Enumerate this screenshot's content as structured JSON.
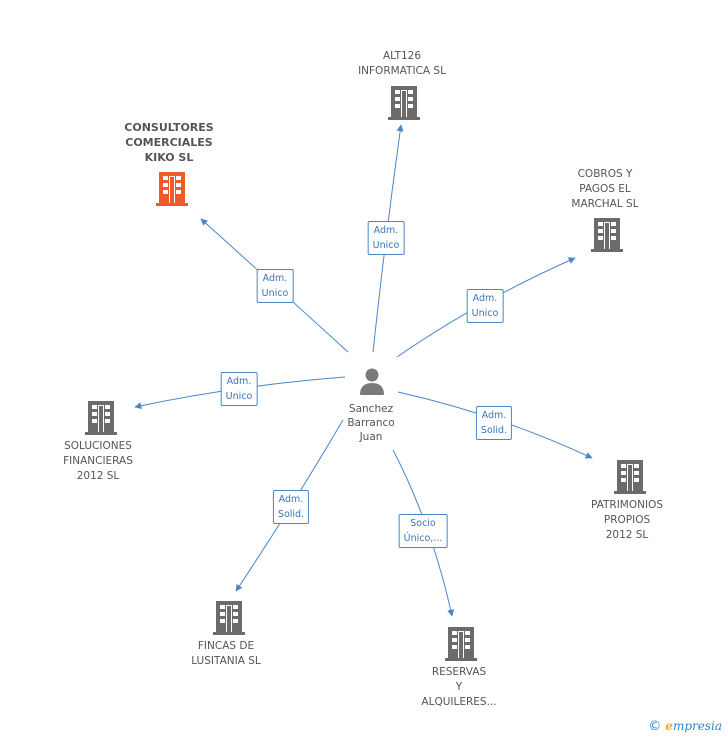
{
  "person": {
    "name_lines": [
      "Sanchez",
      "Barranco",
      "Juan"
    ]
  },
  "companies": [
    {
      "id": "consultores",
      "lines": [
        "CONSULTORES",
        "COMERCIALES",
        "KIKO SL"
      ],
      "highlight": true
    },
    {
      "id": "alt126",
      "lines": [
        "ALT126",
        "INFORMATICA SL"
      ],
      "highlight": false
    },
    {
      "id": "cobros",
      "lines": [
        "COBROS Y",
        "PAGOS EL",
        "MARCHAL SL"
      ],
      "highlight": false
    },
    {
      "id": "soluciones",
      "lines": [
        "SOLUCIONES",
        "FINANCIERAS",
        "2012 SL"
      ],
      "highlight": false
    },
    {
      "id": "patrimonios",
      "lines": [
        "PATRIMONIOS",
        "PROPIOS",
        "2012 SL"
      ],
      "highlight": false
    },
    {
      "id": "fincas",
      "lines": [
        "FINCAS DE",
        "LUSITANIA SL"
      ],
      "highlight": false
    },
    {
      "id": "reservas",
      "lines": [
        "RESERVAS",
        "Y",
        "ALQUILERES..."
      ],
      "highlight": false
    }
  ],
  "roles": [
    {
      "id": "r-consultores",
      "lines": [
        "Adm.",
        "Unico"
      ]
    },
    {
      "id": "r-alt126",
      "lines": [
        "Adm.",
        "Unico"
      ]
    },
    {
      "id": "r-cobros",
      "lines": [
        "Adm.",
        "Unico"
      ]
    },
    {
      "id": "r-soluciones",
      "lines": [
        "Adm.",
        "Unico"
      ]
    },
    {
      "id": "r-patrimonios",
      "lines": [
        "Adm.",
        "Solid."
      ]
    },
    {
      "id": "r-fincas",
      "lines": [
        "Adm.",
        "Solid."
      ]
    },
    {
      "id": "r-reservas",
      "lines": [
        "Socio",
        "Único,..."
      ]
    }
  ],
  "footer": {
    "copyright": "©",
    "brand_first": "e",
    "brand_rest": "mpresia"
  },
  "colors": {
    "edge": "#4a86c8",
    "building": "#6b6b6b",
    "building_highlight": "#f0592a",
    "person": "#7a7a7a"
  }
}
